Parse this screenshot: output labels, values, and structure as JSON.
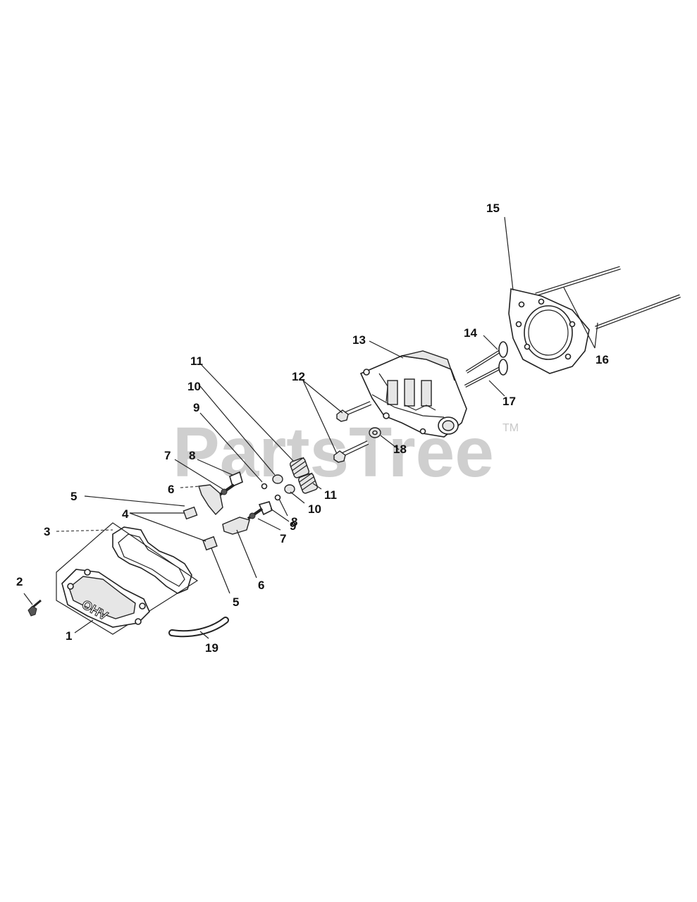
{
  "watermark": {
    "text": "PartsTree",
    "trademark": "TM"
  },
  "cover_emblem": "OHV",
  "callouts": [
    {
      "id": "c1",
      "label": "1"
    },
    {
      "id": "c2",
      "label": "2"
    },
    {
      "id": "c3",
      "label": "3"
    },
    {
      "id": "c4",
      "label": "4"
    },
    {
      "id": "c5a",
      "label": "5"
    },
    {
      "id": "c5b",
      "label": "5"
    },
    {
      "id": "c6a",
      "label": "6"
    },
    {
      "id": "c6b",
      "label": "6"
    },
    {
      "id": "c7a",
      "label": "7"
    },
    {
      "id": "c7b",
      "label": "7"
    },
    {
      "id": "c8a",
      "label": "8"
    },
    {
      "id": "c8b",
      "label": "8"
    },
    {
      "id": "c9a",
      "label": "9"
    },
    {
      "id": "c9b",
      "label": "9"
    },
    {
      "id": "c10a",
      "label": "10"
    },
    {
      "id": "c10b",
      "label": "10"
    },
    {
      "id": "c11a",
      "label": "11"
    },
    {
      "id": "c11b",
      "label": "11"
    },
    {
      "id": "c12",
      "label": "12"
    },
    {
      "id": "c13",
      "label": "13"
    },
    {
      "id": "c14",
      "label": "14"
    },
    {
      "id": "c15",
      "label": "15"
    },
    {
      "id": "c16",
      "label": "16"
    },
    {
      "id": "c17",
      "label": "17"
    },
    {
      "id": "c18",
      "label": "18"
    },
    {
      "id": "c19",
      "label": "19"
    }
  ]
}
